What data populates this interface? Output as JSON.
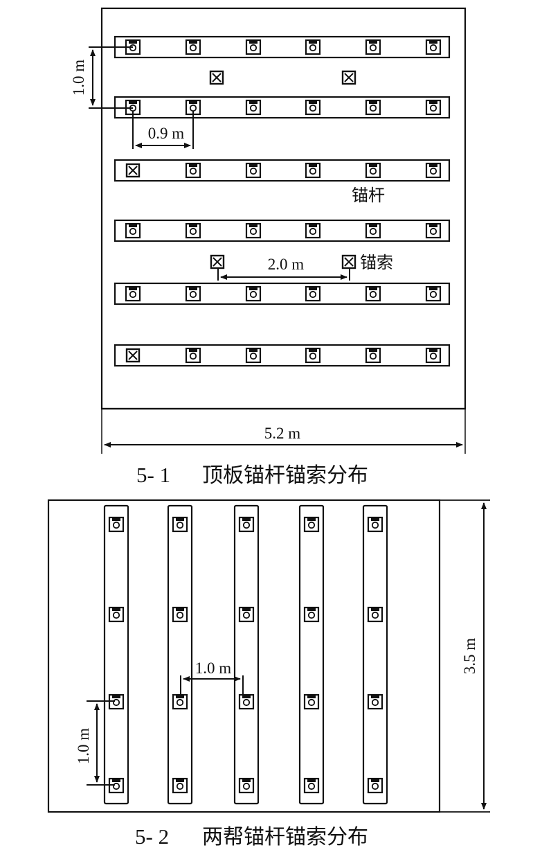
{
  "roof": {
    "caption_num": "5- 1",
    "caption_text": "顶板锚杆锚索分布",
    "dim_row_spacing": "1.0 m",
    "dim_bolt_spacing": "0.9 m",
    "dim_cable_spacing": "2.0 m",
    "dim_width": "5.2 m",
    "label_bolt": "锚杆",
    "label_cable": "锚索",
    "rows": 6,
    "bolts_per_row": 6
  },
  "sides": {
    "caption_num": "5- 2",
    "caption_text": "两帮锚杆锚索分布",
    "dim_column_spacing": "1.0 m",
    "dim_bolt_spacing": "1.0 m",
    "dim_height": "3.5 m",
    "columns": 5,
    "bolts_per_column": 4
  }
}
